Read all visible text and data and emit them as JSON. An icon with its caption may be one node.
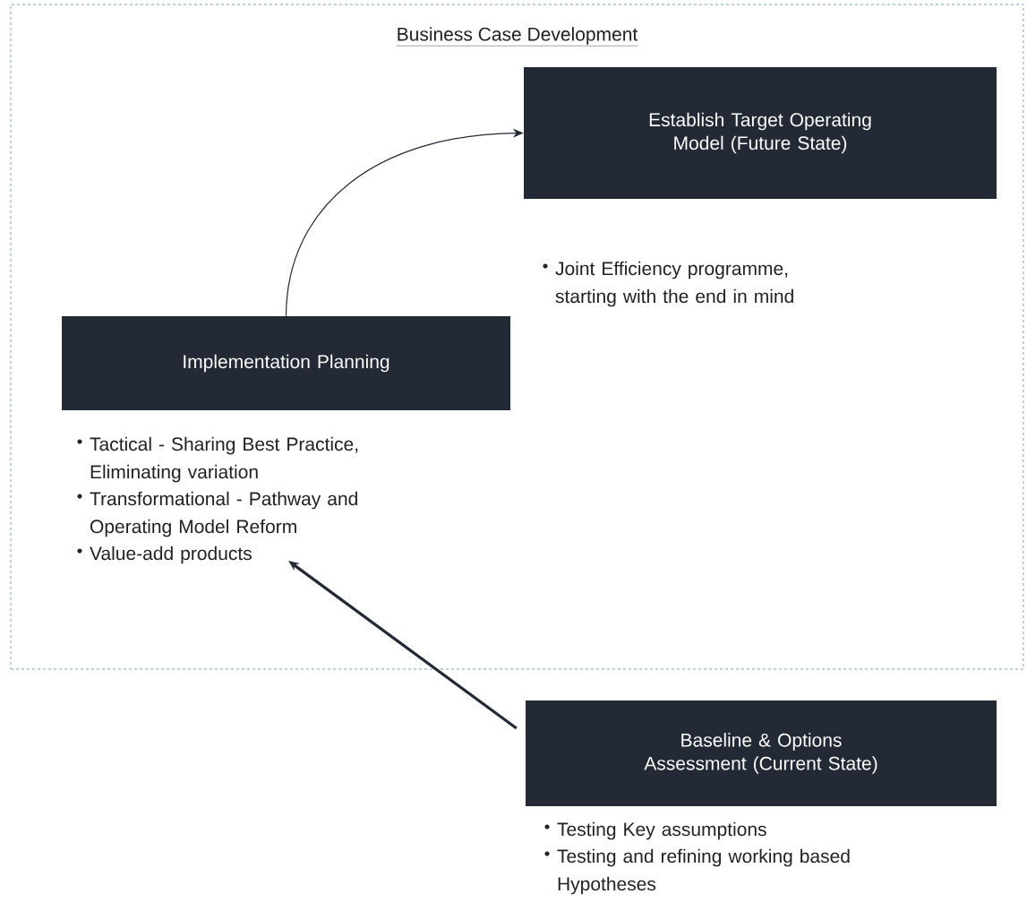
{
  "diagram": {
    "nodes": [
      {
        "text": [
          "Business Case Development"
        ]
      },
      {
        "text": [
          "Establish Target Operating Model (Future State)"
        ],
        "in": 0,
        "beside": [
          "Joint Efficiency programme, starting with the end in mind"
        ]
      },
      {
        "text": [
          "Implementation Planning"
        ],
        "in": 0,
        "beside": [
          "Tactical - Sharing Best Practice, Eliminating variation",
          "Transformational - Pathway and Operating Model Reform",
          "Value-add products"
        ]
      },
      {
        "text": [
          "Baseline & Options Assessment (Current State)"
        ],
        "beside": [
          "Testing Key assumptions",
          "Testing and refining working based Hypotheses"
        ]
      }
    ],
    "edges": [
      {
        "from": 2,
        "to": 1,
        "arrow": "to"
      },
      {
        "from": 3,
        "to": 2,
        "arrow": "to",
        "style": "thick"
      }
    ]
  }
}
